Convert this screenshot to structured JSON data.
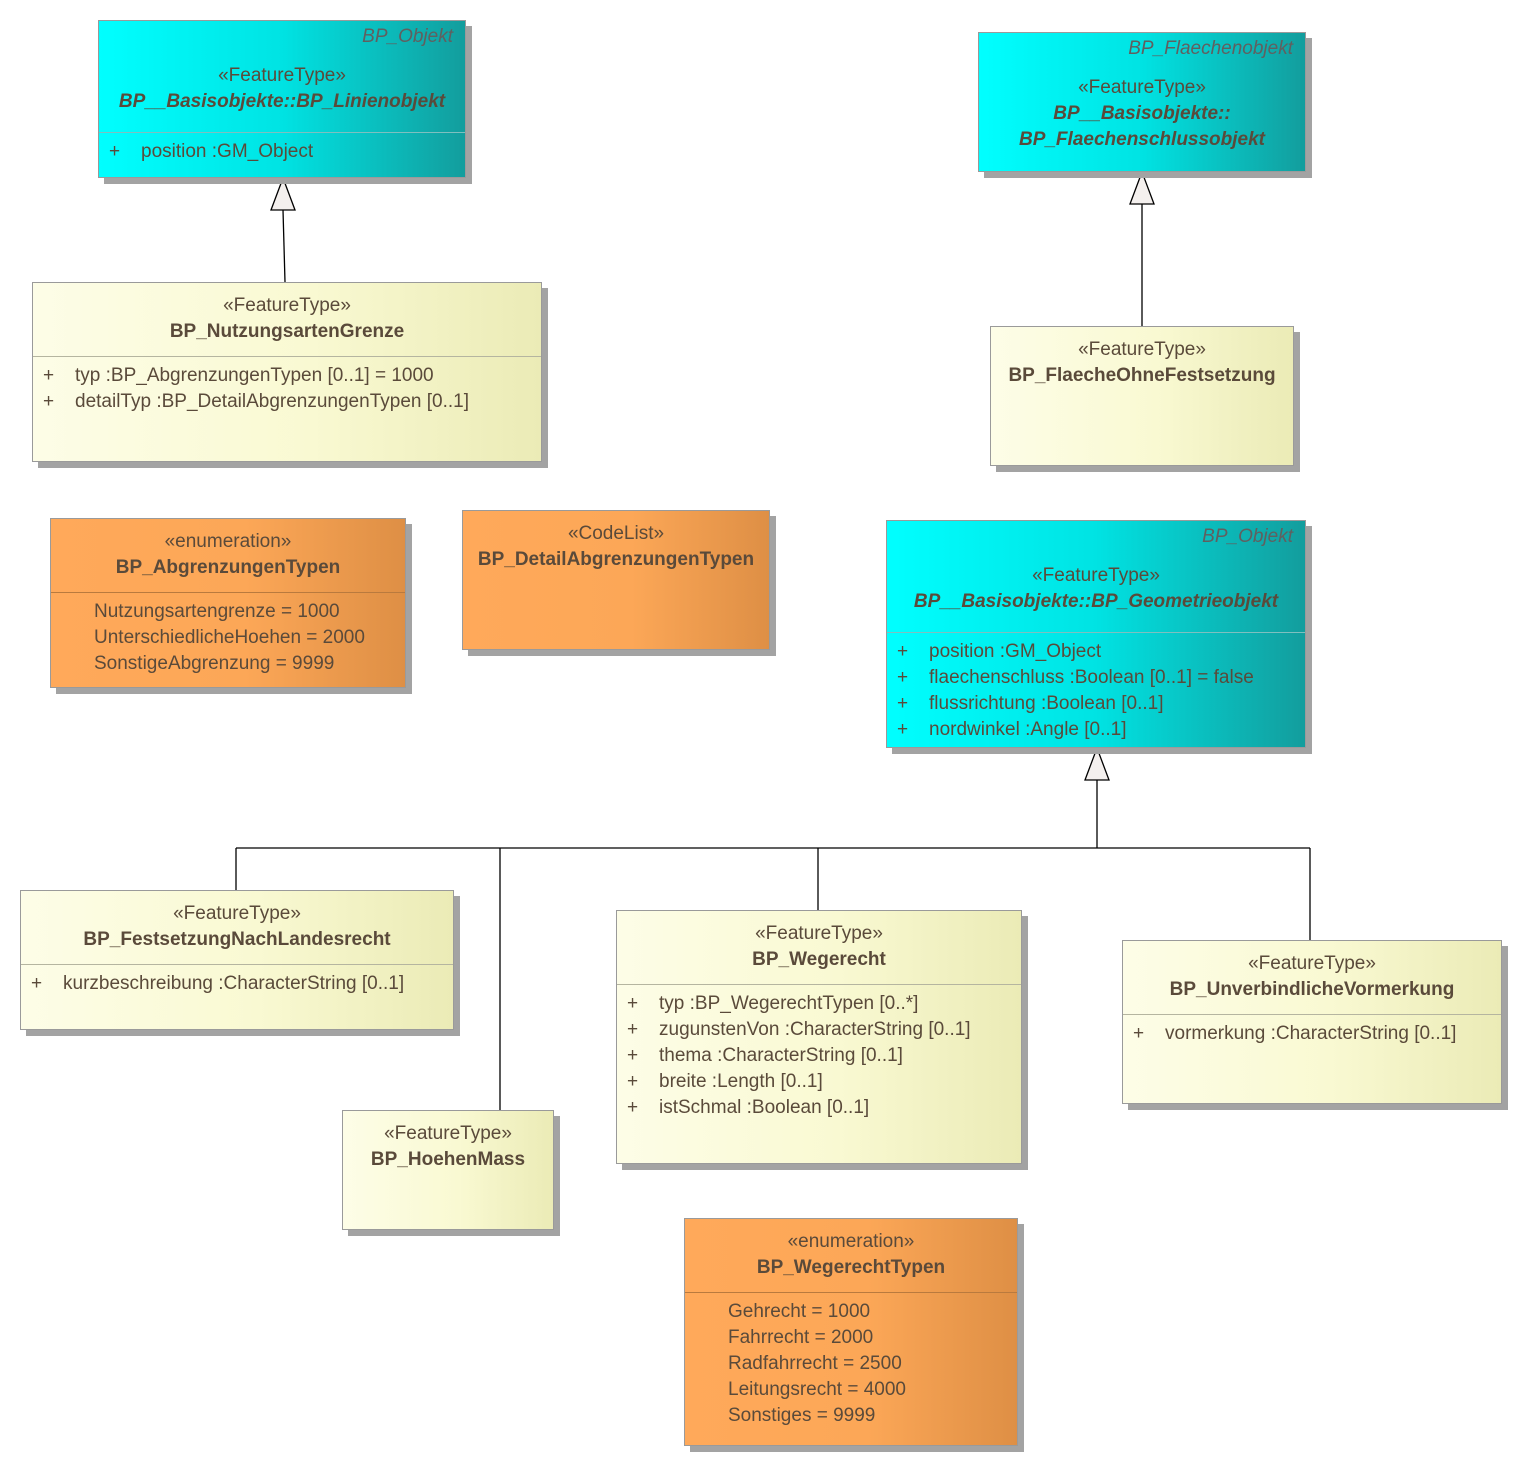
{
  "stereotypes": {
    "feature_type": "«FeatureType»",
    "enumeration": "«enumeration»",
    "code_list": "«CodeList»"
  },
  "classes": {
    "linienobjekt": {
      "parent": "BP_Objekt",
      "name": "BP__Basisobjekte::BP_Linienobjekt",
      "attributes": [
        {
          "vis": "+",
          "text": "position  :GM_Object"
        }
      ]
    },
    "flaechenschlussobjekt": {
      "parent": "BP_Flaechenobjekt",
      "name_line1": "BP__Basisobjekte::",
      "name_line2": "BP_Flaechenschlussobjekt"
    },
    "nutzungsartengrenze": {
      "name": "BP_NutzungsartenGrenze",
      "attributes": [
        {
          "vis": "+",
          "text": "typ  :BP_AbgrenzungenTypen [0..1] = 1000"
        },
        {
          "vis": "+",
          "text": "detailTyp  :BP_DetailAbgrenzungenTypen [0..1]"
        }
      ]
    },
    "flaeche_ohne_festsetzung": {
      "name": "BP_FlaecheOhneFestsetzung"
    },
    "abgrenzungen_typen": {
      "name": "BP_AbgrenzungenTypen",
      "literals": [
        "Nutzungsartengrenze = 1000",
        "UnterschiedlicheHoehen = 2000",
        "SonstigeAbgrenzung = 9999"
      ]
    },
    "detail_abgrenzungen_typen": {
      "name": "BP_DetailAbgrenzungenTypen"
    },
    "geometrieobjekt": {
      "parent": "BP_Objekt",
      "name": "BP__Basisobjekte::BP_Geometrieobjekt",
      "attributes": [
        {
          "vis": "+",
          "text": "position  :GM_Object"
        },
        {
          "vis": "+",
          "text": "flaechenschluss  :Boolean [0..1] = false"
        },
        {
          "vis": "+",
          "text": "flussrichtung  :Boolean [0..1]"
        },
        {
          "vis": "+",
          "text": "nordwinkel  :Angle [0..1]"
        }
      ]
    },
    "festsetzung_nach_landesrecht": {
      "name": "BP_FestsetzungNachLandesrecht",
      "attributes": [
        {
          "vis": "+",
          "text": "kurzbeschreibung  :CharacterString [0..1]"
        }
      ]
    },
    "wegerecht": {
      "name": "BP_Wegerecht",
      "attributes": [
        {
          "vis": "+",
          "text": "typ  :BP_WegerechtTypen [0..*]"
        },
        {
          "vis": "+",
          "text": "zugunstenVon  :CharacterString [0..1]"
        },
        {
          "vis": "+",
          "text": "thema  :CharacterString [0..1]"
        },
        {
          "vis": "+",
          "text": "breite  :Length [0..1]"
        },
        {
          "vis": "+",
          "text": "istSchmal  :Boolean [0..1]"
        }
      ]
    },
    "unverbindliche_vormerkung": {
      "name": "BP_UnverbindlicheVormerkung",
      "attributes": [
        {
          "vis": "+",
          "text": "vormerkung  :CharacterString [0..1]"
        }
      ]
    },
    "hoehen_mass": {
      "name": "BP_HoehenMass"
    },
    "wegerecht_typen": {
      "name": "BP_WegerechtTypen",
      "literals": [
        "Gehrecht = 1000",
        "Fahrrecht = 2000",
        "Radfahrrecht = 2500",
        "Leitungsrecht = 4000",
        "Sonstiges = 9999"
      ]
    }
  }
}
